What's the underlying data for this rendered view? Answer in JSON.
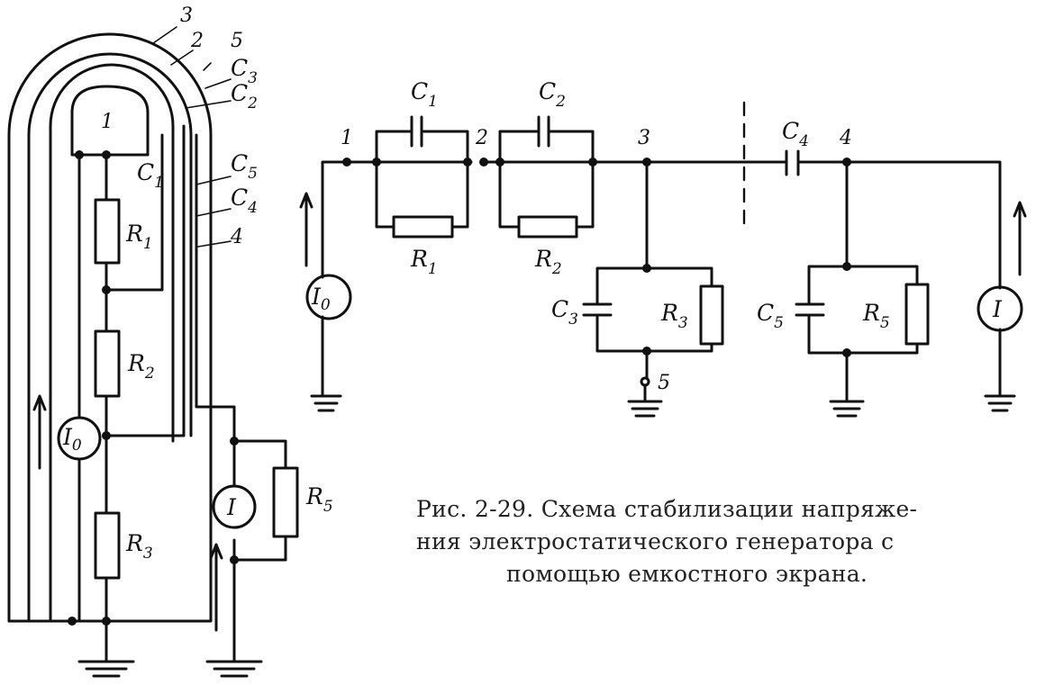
{
  "left_figure": {
    "layer_labels": [
      "3",
      "2",
      "5",
      "1"
    ],
    "capacitances": [
      {
        "base": "C",
        "sub": "3"
      },
      {
        "base": "C",
        "sub": "2"
      },
      {
        "base": "C",
        "sub": "1"
      },
      {
        "base": "C",
        "sub": "5"
      },
      {
        "base": "C",
        "sub": "4"
      }
    ],
    "layer_4_label": "4",
    "resistors": [
      {
        "base": "R",
        "sub": "1"
      },
      {
        "base": "R",
        "sub": "2"
      },
      {
        "base": "R",
        "sub": "3"
      },
      {
        "base": "R",
        "sub": "5"
      }
    ],
    "source_label": {
      "base": "I",
      "sub": "0"
    },
    "meter_label": "I"
  },
  "right_figure": {
    "nodes": [
      "1",
      "2",
      "3",
      "4",
      "5"
    ],
    "capacitors": [
      {
        "base": "C",
        "sub": "1"
      },
      {
        "base": "C",
        "sub": "2"
      },
      {
        "base": "C",
        "sub": "3"
      },
      {
        "base": "C",
        "sub": "4"
      },
      {
        "base": "C",
        "sub": "5"
      }
    ],
    "resistors": [
      {
        "base": "R",
        "sub": "1"
      },
      {
        "base": "R",
        "sub": "2"
      },
      {
        "base": "R",
        "sub": "3"
      },
      {
        "base": "R",
        "sub": "5"
      }
    ],
    "source_label": {
      "base": "I",
      "sub": "0"
    },
    "meter_label": "I"
  },
  "caption": {
    "line1": "Рис. 2-29. Схема стабилизации напряже-",
    "line2": "ния электростатического генератора с",
    "line3": "помощью емкостного экрана."
  }
}
